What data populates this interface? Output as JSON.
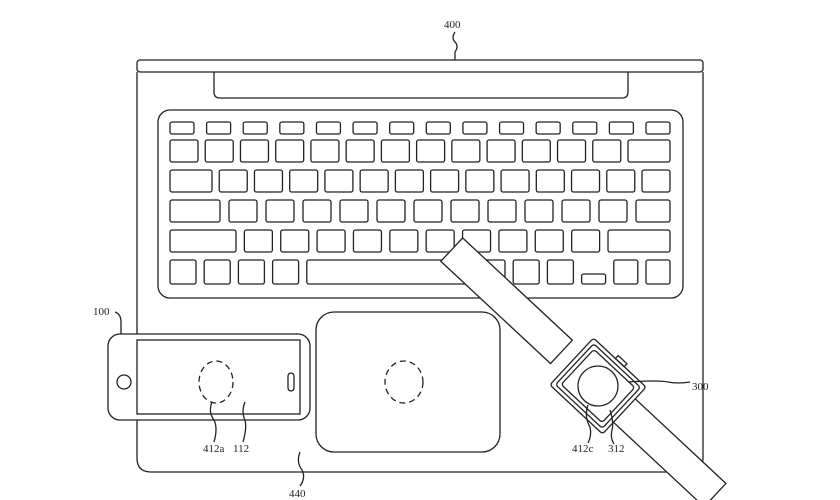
{
  "figure": {
    "labels": {
      "laptop": "400",
      "phone": "100",
      "phone_coil_charger": "412a",
      "phone_coil": "112",
      "surface": "440",
      "watch": "300",
      "watch_coil_charger": "412c",
      "watch_coil": "312"
    }
  }
}
